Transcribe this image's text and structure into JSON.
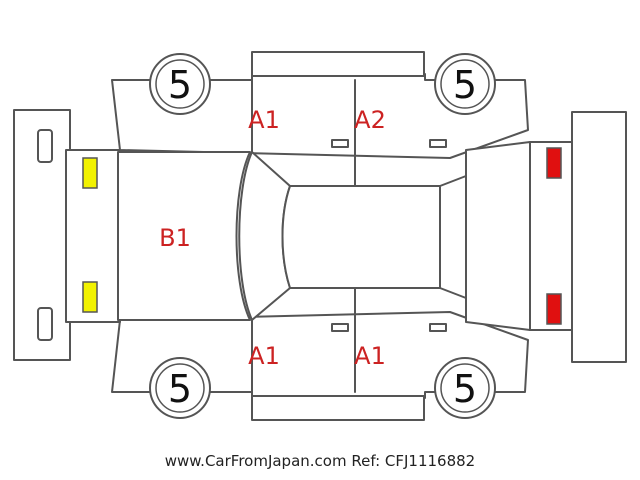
{
  "diagram": {
    "colors": {
      "line": "#555555",
      "damage_text": "#cc2222",
      "front_marker": "#f2f200",
      "rear_marker": "#e01010"
    },
    "tires": [
      {
        "position": "front-left",
        "value": "5"
      },
      {
        "position": "rear-left",
        "value": "5"
      },
      {
        "position": "front-right",
        "value": "5"
      },
      {
        "position": "rear-right",
        "value": "5"
      }
    ],
    "damage_labels": [
      {
        "area": "left-front-door",
        "code": "A1"
      },
      {
        "area": "left-rear-door",
        "code": "A2"
      },
      {
        "area": "hood",
        "code": "B1"
      },
      {
        "area": "right-front-door",
        "code": "A1"
      },
      {
        "area": "right-rear-door",
        "code": "A1"
      }
    ],
    "markers": [
      {
        "area": "front-left-light",
        "color_key": "front_marker"
      },
      {
        "area": "front-right-light",
        "color_key": "front_marker"
      },
      {
        "area": "rear-left-light",
        "color_key": "rear_marker"
      },
      {
        "area": "rear-right-light",
        "color_key": "rear_marker"
      }
    ]
  },
  "footer": {
    "source": "www.CarFromJapan.com Ref: CFJ1116882"
  }
}
